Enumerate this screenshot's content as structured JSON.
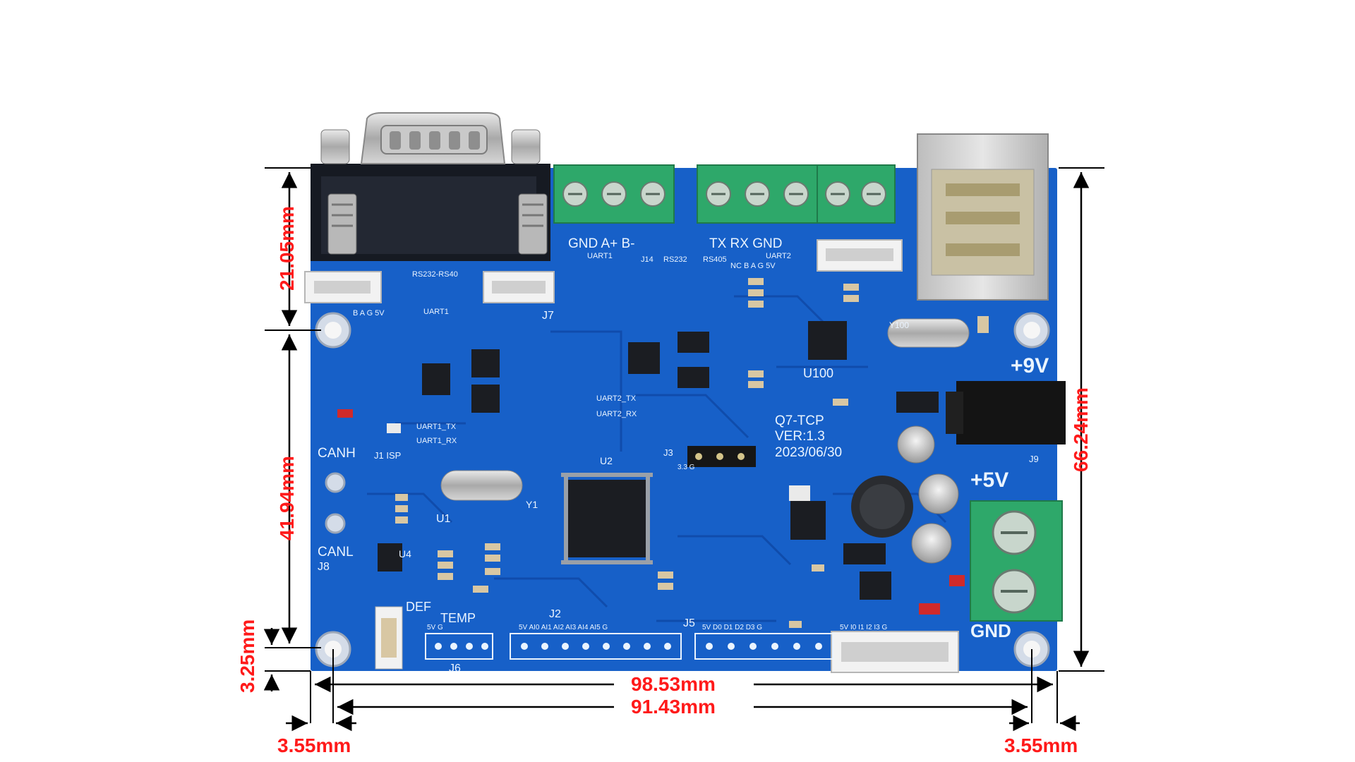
{
  "dimensions": {
    "height_top": "21.05mm",
    "height_middle": "41.94mm",
    "height_bottom": "3.25mm",
    "height_total": "66.24mm",
    "width_total": "98.53mm",
    "width_holes": "91.43mm",
    "offset_left": "3.55mm",
    "offset_right": "3.55mm"
  },
  "board": {
    "colors": {
      "pcb": "#1760c8",
      "pcb_dark": "#0f4aa8",
      "dim": "#ff1a1a",
      "terminal_green": "#2ea86a",
      "silk": "#eaf4ff"
    },
    "silkscreen": {
      "uart1_header": "GND A+ B-",
      "uart1_label": "UART1",
      "j14": "J14",
      "rs232": "RS232",
      "rs405": "RS405",
      "uart2_header": "TX RX GND",
      "uart2_label": "UART2",
      "nc_header": "NC B A G 5V",
      "rs_jumper": "RS232-RS40",
      "bag_header": "B A G 5V",
      "uart1_small": "UART1",
      "plus9v": "+9V",
      "plus5v": "+5V",
      "gnd": "GND",
      "u100": "U100",
      "model": "Q7-TCP",
      "version": "VER:1.3",
      "date": "2023/06/30",
      "j9": "J9",
      "canh": "CANH",
      "canl": "CANL",
      "j8": "J8",
      "j1_isp": "J1 ISP",
      "uart1_tx": "UART1_TX",
      "uart1_rx": "UART1_RX",
      "uart2_tx": "UART2_TX",
      "uart2_rx": "UART2_RX",
      "u1": "U1",
      "u2": "U2",
      "u4": "U4",
      "y1": "Y1",
      "y100": "Y100",
      "j2": "J2",
      "j3": "J3",
      "j5": "J5",
      "j6": "J6",
      "j7": "J7",
      "def": "DEF",
      "temp": "TEMP",
      "j5_pins": "5V D0 D1 D2 D3 G",
      "j2_pins": "5V AI0 AI1 AI2 AI3 AI4 AI5 G",
      "j6_pins": "5V G",
      "right_pins": "5V I0 I1 I2 I3 G",
      "j3_pins": "3.3 G"
    }
  }
}
